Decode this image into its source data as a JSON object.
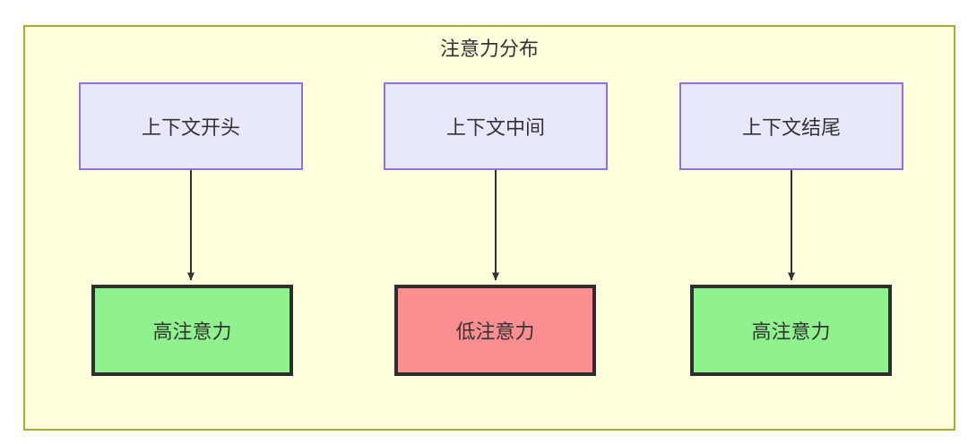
{
  "diagram": {
    "title": "注意力分布",
    "background_color": "#ffffde",
    "border_color": "#aaaa33",
    "context_node_fill": "#e8e8fc",
    "context_node_border": "#9370db",
    "high_attention_fill": "#90f28e",
    "low_attention_fill": "#fa8e90",
    "attention_node_border": "#2e2e2e",
    "edge_color": "#333333",
    "nodes": {
      "context_start": "上下文开头",
      "context_middle": "上下文中间",
      "context_end": "上下文结尾",
      "attention_start": "高注意力",
      "attention_middle": "低注意力",
      "attention_end": "高注意力"
    },
    "edges": [
      {
        "from": "上下文开头",
        "to": "高注意力"
      },
      {
        "from": "上下文中间",
        "to": "低注意力"
      },
      {
        "from": "上下文结尾",
        "to": "高注意力"
      }
    ]
  }
}
